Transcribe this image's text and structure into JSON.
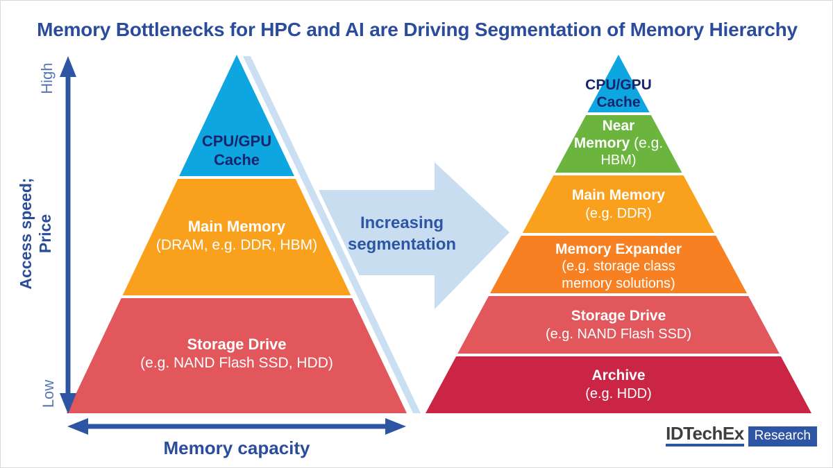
{
  "title": "Memory Bottlenecks for HPC and AI are Driving Segmentation of Memory Hierarchy",
  "title_color": "#2b4c9c",
  "axis_color": "#2e55a4",
  "y_axis": {
    "high": "High",
    "low": "Low",
    "label_line1": "Access speed;",
    "label_line2": "Price"
  },
  "x_axis": {
    "label": "Memory capacity"
  },
  "transition_arrow": {
    "line1": "Increasing",
    "line2": "segmentation",
    "fill": "#c9ddf1",
    "text_color": "#2e55a4"
  },
  "stripe_color": "#cbdff2",
  "left_pyramid": {
    "tiers": [
      {
        "name": "cpu-gpu-cache",
        "line1": "CPU/GPU",
        "line2": "Cache",
        "color": "#0da6e0",
        "text_color": "#17256b"
      },
      {
        "name": "main-memory",
        "label": "Main Memory",
        "sub": "(DRAM, e.g. DDR, HBM)",
        "color": "#f9a11c"
      },
      {
        "name": "storage-drive",
        "label": "Storage Drive",
        "sub": "(e.g. NAND Flash SSD, HDD)",
        "color": "#e2575b"
      }
    ]
  },
  "right_pyramid": {
    "tiers": [
      {
        "name": "cpu-gpu-cache",
        "line1": "CPU/GPU",
        "line2": "Cache",
        "color": "#0da6e0",
        "text_color": "#17256b"
      },
      {
        "name": "near-memory",
        "line1": "Near",
        "line2_bold": "Memory",
        "line2_reg": "(e.g.",
        "line3": "HBM)",
        "color": "#6bb43d"
      },
      {
        "name": "main-memory",
        "label": "Main Memory",
        "sub": "(e.g. DDR)",
        "color": "#f9a11c"
      },
      {
        "name": "memory-expander",
        "label": "Memory Expander",
        "sub": "(e.g. storage class memory solutions)",
        "color": "#f78122"
      },
      {
        "name": "storage-drive",
        "label": "Storage Drive",
        "sub": "(e.g. NAND Flash SSD)",
        "color": "#e2575b"
      },
      {
        "name": "archive",
        "label": "Archive",
        "sub": "(e.g. HDD)",
        "color": "#ca2545"
      }
    ]
  },
  "logo": {
    "brand": "IDTechEx",
    "suffix": "Research",
    "accent": "#2e55a4",
    "brand_color": "#3e3e3d"
  }
}
